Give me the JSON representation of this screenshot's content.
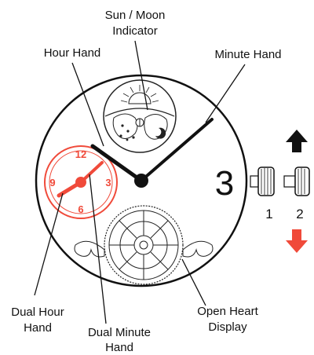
{
  "labels": {
    "sun_moon_line1": "Sun / Moon",
    "sun_moon_line2": "Indicator",
    "hour_hand": "Hour Hand",
    "minute_hand": "Minute Hand",
    "dual_hour_line1": "Dual Hour",
    "dual_hour_line2": "Hand",
    "dual_minute_line1": "Dual Minute",
    "dual_minute_line2": "Hand",
    "open_heart_line1": "Open Heart",
    "open_heart_line2": "Display"
  },
  "dial": {
    "hour_numeral": "3"
  },
  "subdial": {
    "n12": "12",
    "n3": "3",
    "n6": "6",
    "n9": "9"
  },
  "crown": {
    "pos1": "1",
    "pos2": "2"
  },
  "colors": {
    "accent_red": "#f04a3a",
    "line": "#111111"
  }
}
